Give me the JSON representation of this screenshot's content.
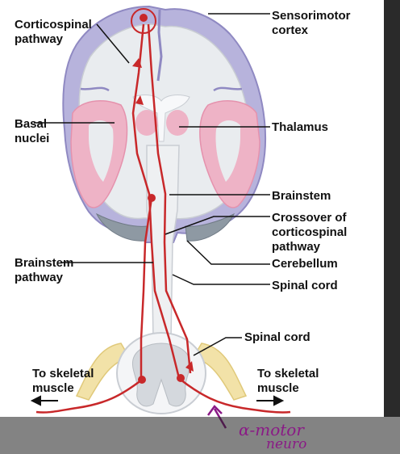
{
  "labels": {
    "corticospinal_pathway": [
      "Corticospinal",
      "pathway"
    ],
    "sensorimotor_cortex": [
      "Sensorimotor",
      "cortex"
    ],
    "basal_nuclei": [
      "Basal",
      "nuclei"
    ],
    "thalamus": "Thalamus",
    "brainstem": "Brainstem",
    "crossover": [
      "Crossover of",
      "corticospinal",
      "pathway"
    ],
    "cerebellum": "Cerebellum",
    "brainstem_pathway": [
      "Brainstem",
      "pathway"
    ],
    "spinal_cord_upper": "Spinal cord",
    "spinal_cord_lower": "Spinal cord",
    "to_skeletal_left": [
      "To skeletal",
      "muscle"
    ],
    "to_skeletal_right": [
      "To skeletal",
      "muscle"
    ]
  },
  "annotation": {
    "handwritten": "α-motor",
    "handwritten_2": "neuro"
  },
  "colors": {
    "cortex_purple": "#b7b3dc",
    "basal_pink": "#eeb3c6",
    "tract_red": "#c8282a",
    "brain_gray": "#e9ecef",
    "cord_yellow": "#f2e2a8",
    "annotation_purple": "#8a1a86"
  }
}
